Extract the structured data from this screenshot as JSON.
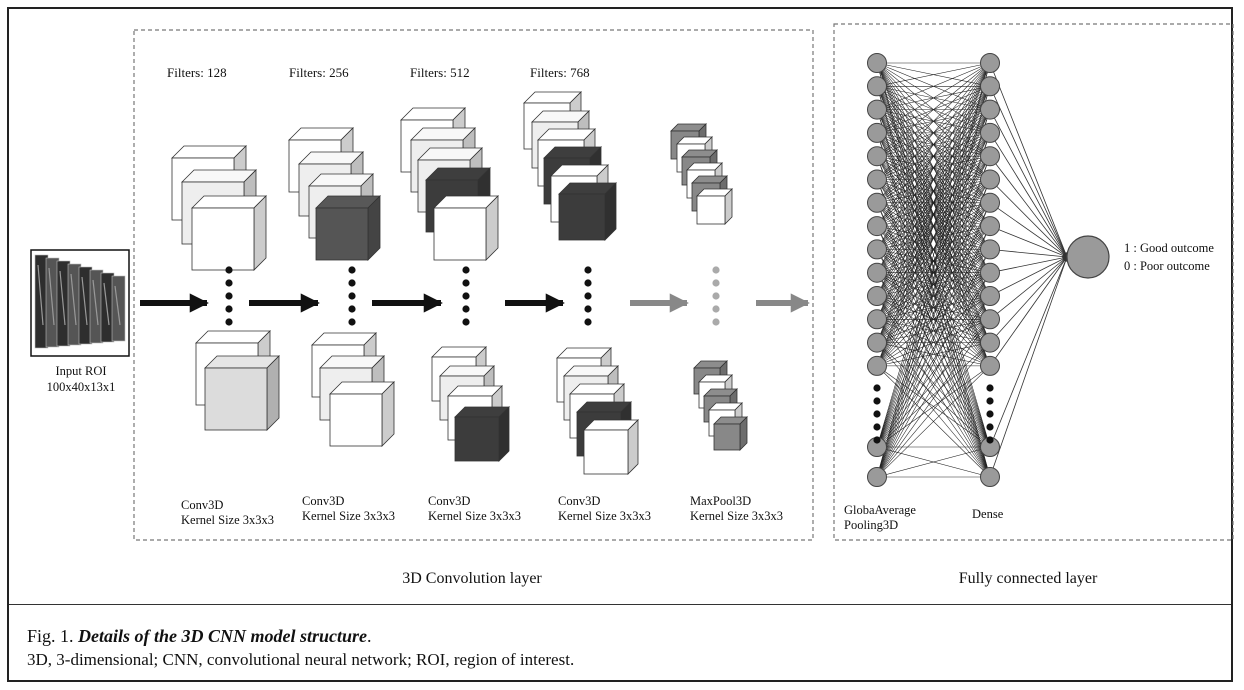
{
  "diagram": {
    "input_label": [
      "Input ROI",
      "100x40x13x1"
    ],
    "filters": [
      "Filters: 128",
      "Filters: 256",
      "Filters: 512",
      "Filters: 768"
    ],
    "conv_blocks": [
      {
        "name": "Conv3D",
        "kernel": "Kernel Size 3x3x3"
      },
      {
        "name": "Conv3D",
        "kernel": "Kernel Size 3x3x3"
      },
      {
        "name": "Conv3D",
        "kernel": "Kernel Size 3x3x3"
      },
      {
        "name": "Conv3D",
        "kernel": "Kernel Size 3x3x3"
      },
      {
        "name": "MaxPool3D",
        "kernel": "Kernel Size 3x3x3"
      }
    ],
    "conv_section_label": "3D Convolution layer",
    "fc_section_label": "Fully connected layer",
    "gap_label": [
      "GlobaAverage",
      "Pooling3D"
    ],
    "dense_label": "Dense",
    "output_labels": [
      "1 : Good outcome",
      "0 : Poor outcome"
    ]
  },
  "caption": {
    "lead": "Fig. 1.",
    "title": "Details of the 3D CNN model structure",
    "title_end": ".",
    "note": "3D, 3-dimensional; CNN, convolutional neural network; ROI, region of interest."
  }
}
